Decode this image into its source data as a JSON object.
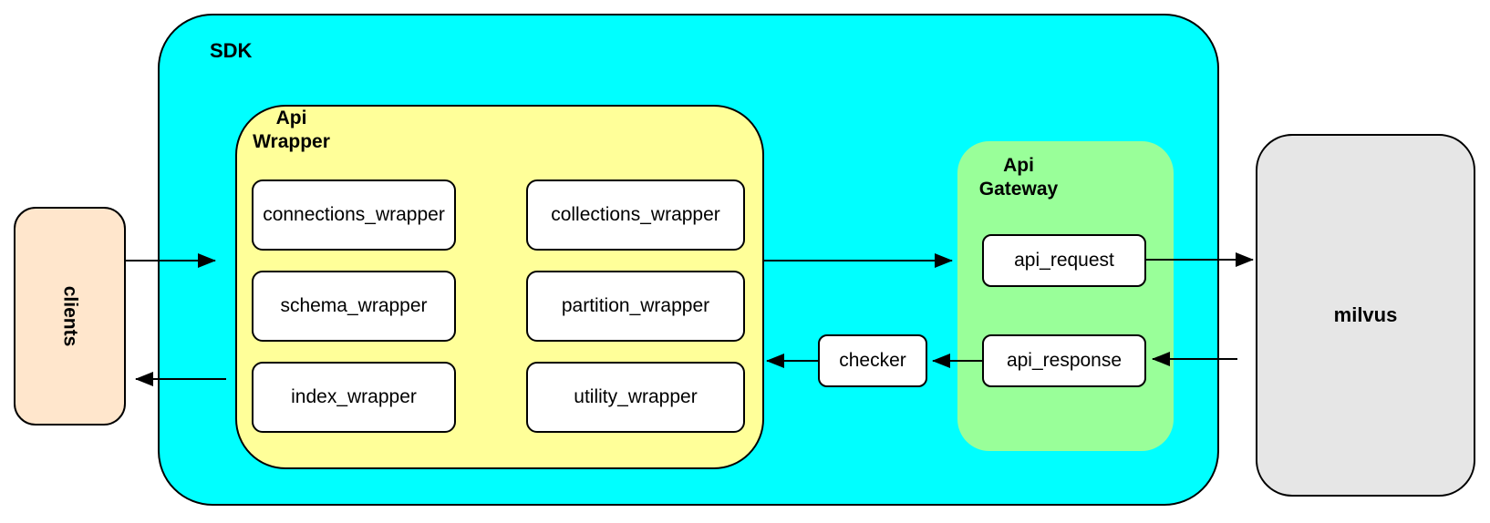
{
  "diagram": {
    "clients": {
      "label": "clients"
    },
    "sdk": {
      "label": "SDK"
    },
    "api_wrapper": {
      "label": "Api\nWrapper",
      "boxes": [
        "connections_wrapper",
        "collections_wrapper",
        "schema_wrapper",
        "partition_wrapper",
        "index_wrapper",
        "utility_wrapper"
      ]
    },
    "api_gateway": {
      "label": "Api\nGateway",
      "boxes": [
        "api_request",
        "api_response"
      ]
    },
    "checker": {
      "label": "checker"
    },
    "milvus": {
      "label": "milvus"
    },
    "colors": {
      "sdk_fill": "#00FFFF",
      "api_wrapper_fill": "#FFFF99",
      "api_gateway_fill": "#99FF99",
      "clients_fill": "#FFE6CC",
      "milvus_fill": "#E6E6E6",
      "node_fill": "#FFFFFF",
      "stroke": "#000000"
    }
  }
}
